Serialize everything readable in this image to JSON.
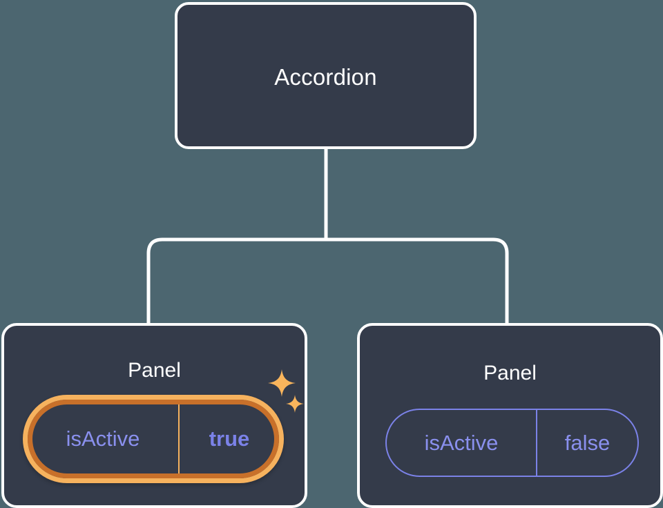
{
  "diagram": {
    "type": "component-tree",
    "background_color": "#4c6670",
    "node_fill_color": "#343b4a",
    "node_border_color": "#ffffff",
    "connector_color": "#ffffff",
    "accent_highlight_color": "#f6b25e",
    "accent_highlight_ring_color": "#c8702a",
    "prop_text_color": "#8a90ee",
    "prop_value_color": "#7b82e8"
  },
  "root": {
    "label": "Accordion"
  },
  "panels": [
    {
      "label": "Panel",
      "prop": {
        "key": "isActive",
        "value": "true"
      },
      "highlighted": true,
      "sparkle_big_icon": "sparkle-icon",
      "sparkle_small_icon": "sparkle-icon"
    },
    {
      "label": "Panel",
      "prop": {
        "key": "isActive",
        "value": "false"
      },
      "highlighted": false
    }
  ]
}
